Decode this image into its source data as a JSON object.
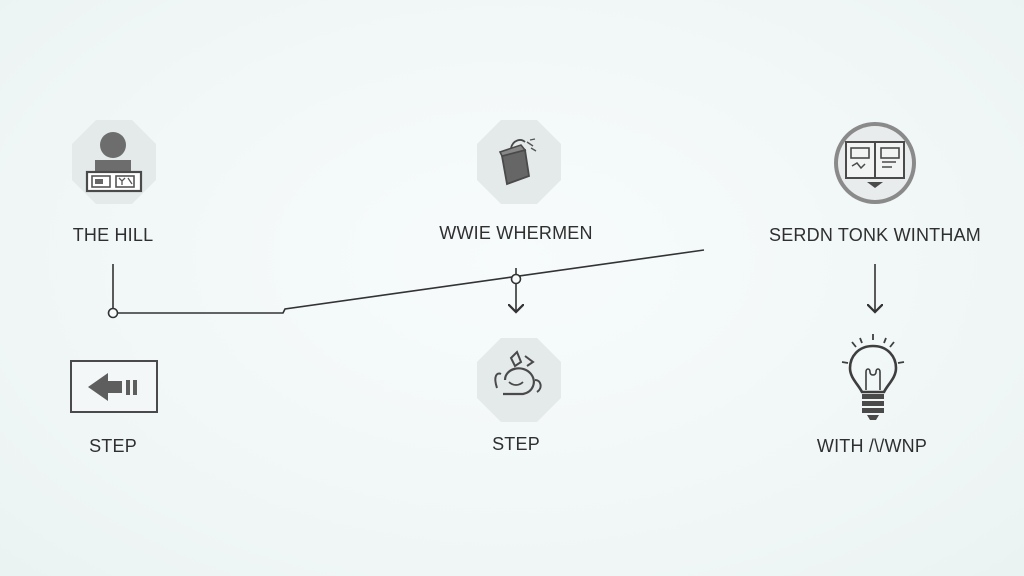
{
  "nodes": [
    {
      "id": "n1",
      "label": "THE HILL",
      "icon": "person-at-desk-icon"
    },
    {
      "id": "n2",
      "label": "WWIE WHERMEN",
      "icon": "box-in-hand-icon"
    },
    {
      "id": "n3",
      "label": "SERDN TONK WINTHAM",
      "icon": "document-monitor-icon"
    },
    {
      "id": "n4",
      "label": "STEP",
      "icon": "back-arrow-icon"
    },
    {
      "id": "n5",
      "label": "STEP",
      "icon": "hand-sketch-icon"
    },
    {
      "id": "n6",
      "label": "WITH /\\/WNP",
      "icon": "lightbulb-icon"
    }
  ],
  "colors": {
    "background": "#f3f8f8",
    "octagon_fill": "#e4e9ea",
    "icon_stroke": "#4a4a4a",
    "icon_fill": "#6f6f6f",
    "line": "#333333",
    "text": "#2f2f2f"
  }
}
